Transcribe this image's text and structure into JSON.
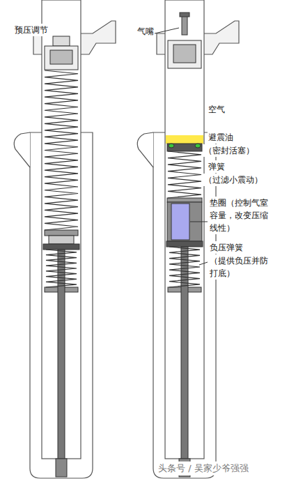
{
  "diagram": {
    "labels": [
      "预压调节",
      "气嘴",
      "空气",
      "避震油",
      "（密封活塞）",
      "弹簧",
      "（过滤小震动）",
      "垫圈（控制气室容量，改变压缩线性）",
      "负压弹簧",
      "（提供负压并防打底）",
      "头条号 / 吴家少爷强强"
    ]
  }
}
